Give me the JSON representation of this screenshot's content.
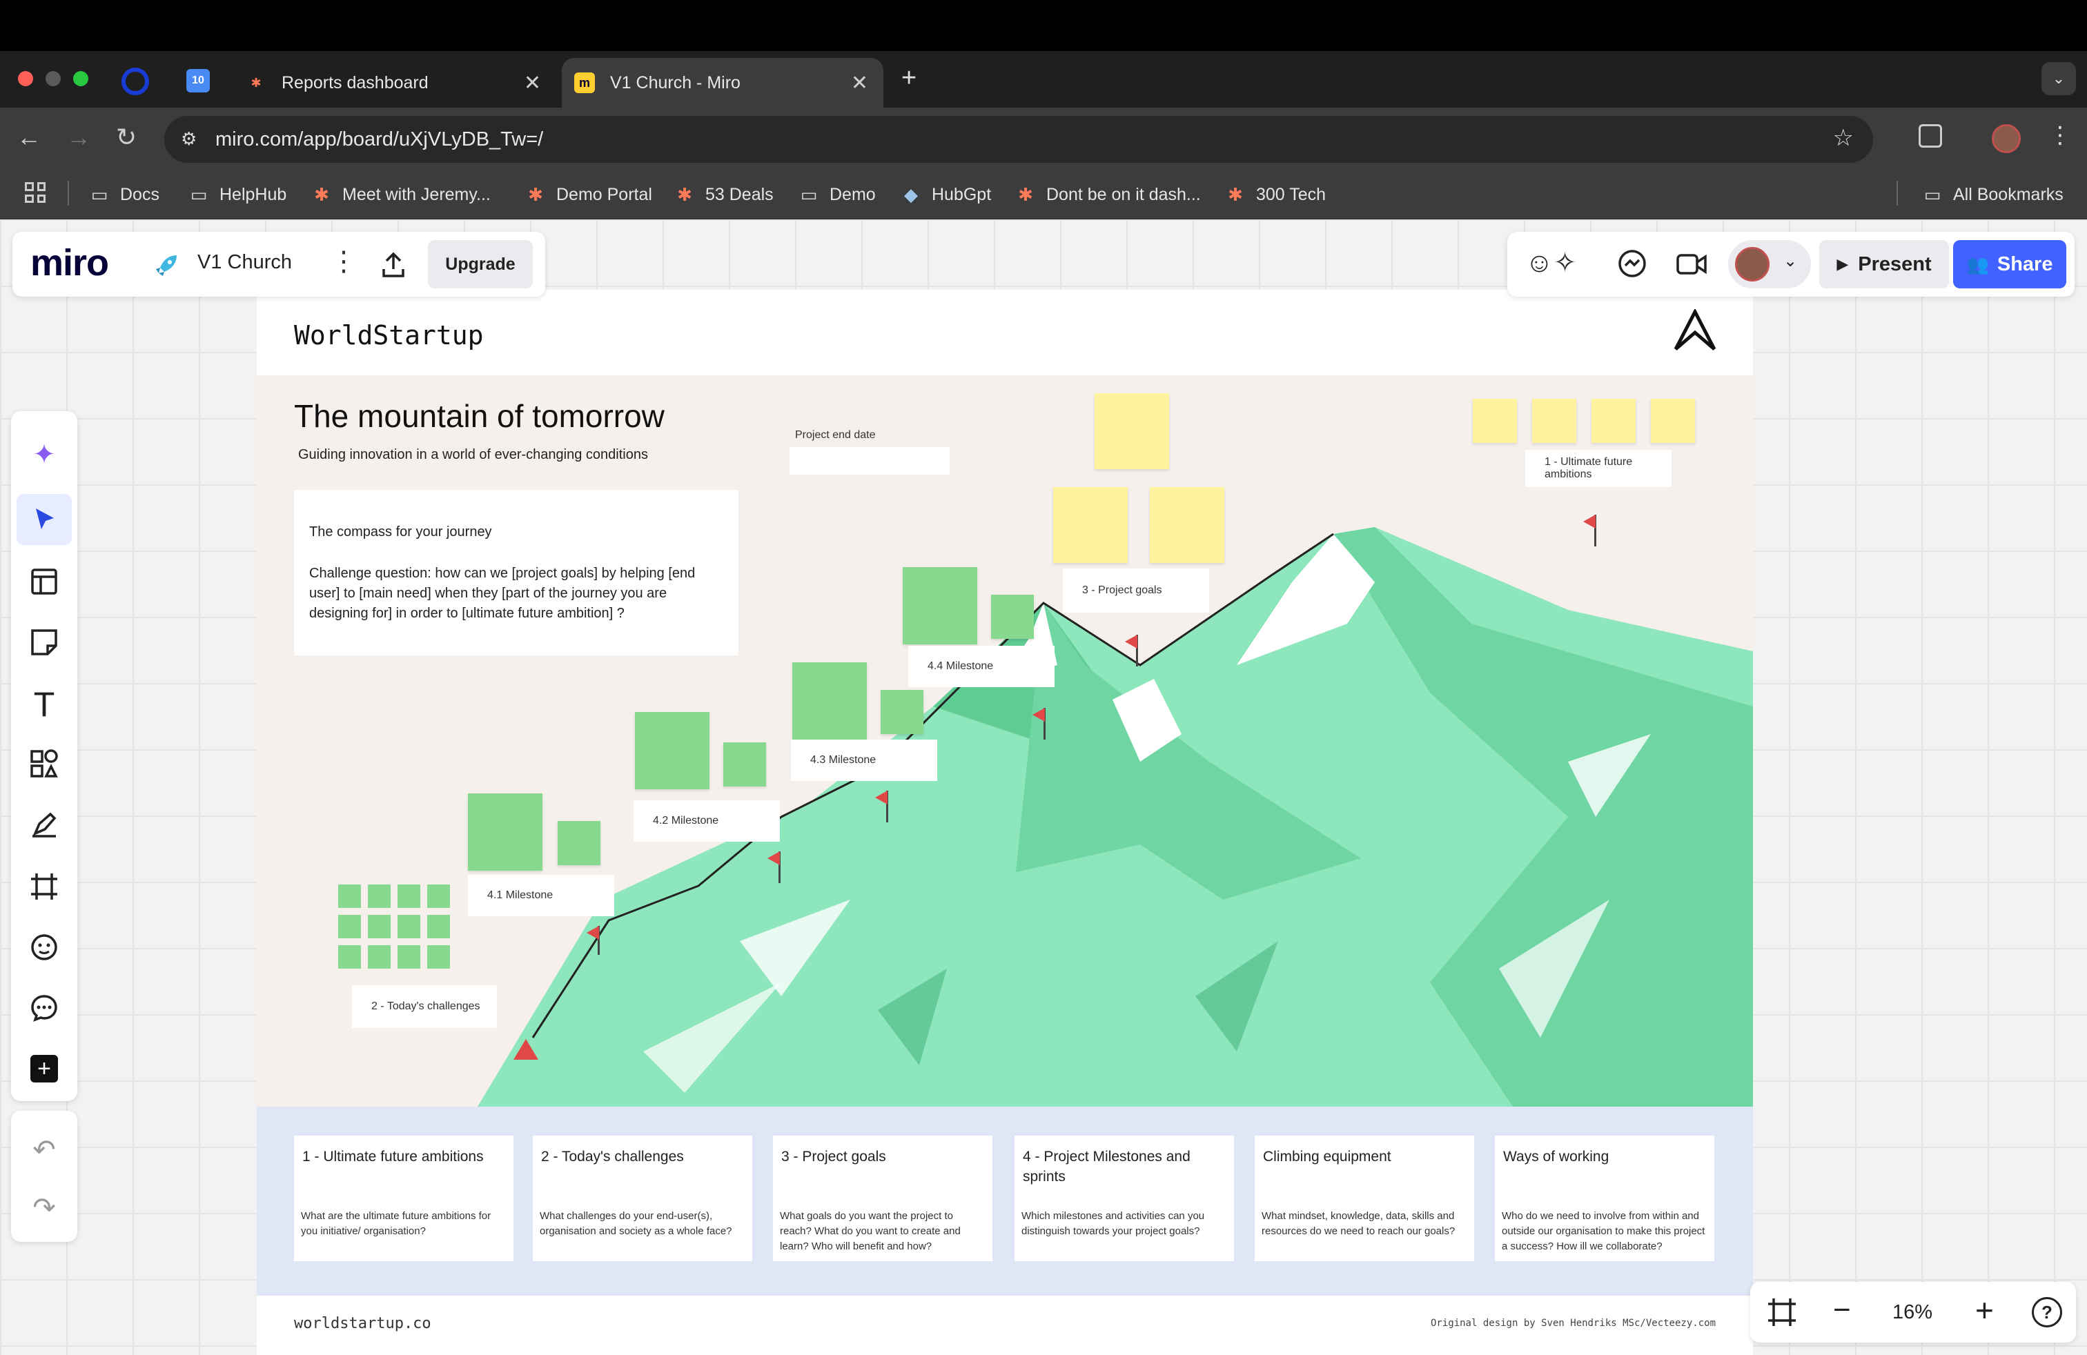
{
  "browser": {
    "tabs": [
      {
        "title": "Reports dashboard"
      },
      {
        "title": "V1 Church - Miro"
      }
    ],
    "pinned_tab_badge": "10",
    "url": "miro.com/app/board/uXjVLyDB_Tw=/",
    "bookmarks": [
      "Docs",
      "HelpHub",
      "Meet with Jeremy...",
      "Demo Portal",
      "53 Deals",
      "Demo",
      "HubGpt",
      "Dont be on it dash...",
      "300 Tech"
    ],
    "all_bookmarks": "All Bookmarks"
  },
  "miro": {
    "logo": "miro",
    "board_name": "V1 Church",
    "upgrade": "Upgrade",
    "present": "Present",
    "share": "Share",
    "zoom": "16%",
    "accent": "#4262ff"
  },
  "board": {
    "brand": "WorldStartup",
    "title": "The mountain of tomorrow",
    "subtitle": "Guiding innovation in a world of ever-changing conditions",
    "compass_title": "The compass for your journey",
    "challenge": "Challenge question: how can we [project goals] by helping [end user] to [main need] when they [part of the journey you are designing for] in order to [ultimate future ambition] ?",
    "project_end_date": "Project end date",
    "labels": {
      "ambitions": "1 - Ultimate future ambitions",
      "challenges": "2 - Today's challenges",
      "goals": "3 - Project goals",
      "m41": "4.1 Milestone",
      "m42": "4.2 Milestone",
      "m43": "4.3 Milestone",
      "m44": "4.4 Milestone"
    },
    "cards": [
      {
        "title": "1 - Ultimate future ambitions",
        "desc": "What are the ultimate future ambitions for you initiative/ organisation?"
      },
      {
        "title": "2 - Today's challenges",
        "desc": "What challenges do your end-user(s), organisation and society as a whole face?"
      },
      {
        "title": "3 - Project goals",
        "desc": "What goals do you want the project to reach? What do you want to create and learn? Who will benefit and how?"
      },
      {
        "title": "4 - Project Milestones and sprints",
        "desc": "Which milestones and activities can you distinguish towards your project goals?"
      },
      {
        "title": "Climbing equipment",
        "desc": "What mindset, knowledge, data, skills and resources do we need to reach our goals?"
      },
      {
        "title": "Ways of working",
        "desc": "Who do we need to involve from within and outside our organisation to make this project a success? How ill we collaborate?"
      }
    ],
    "footer_site": "worldstartup.co",
    "credit": "Original design by Sven Hendriks MSc/Vecteezy.com"
  },
  "icons": {
    "sidebar": [
      "sparkle-icon",
      "cursor-icon",
      "templates-icon",
      "sticky-note-icon",
      "text-icon",
      "shapes-icon",
      "pen-icon",
      "frame-icon",
      "sticker-icon",
      "comment-icon",
      "plus-icon",
      "undo-icon",
      "redo-icon"
    ]
  }
}
